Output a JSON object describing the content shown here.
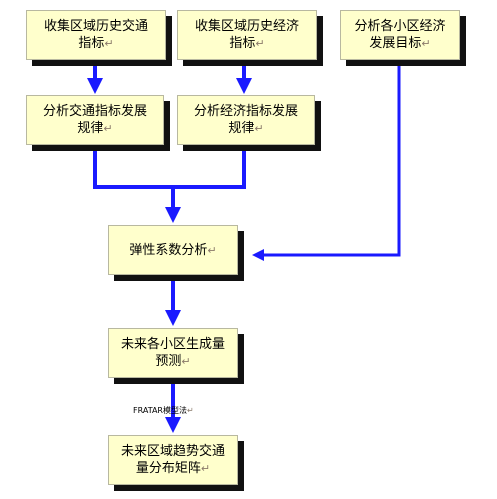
{
  "nodes": {
    "collect_traffic": {
      "line1": "收集区域历史交通",
      "line2": "指标"
    },
    "collect_economic": {
      "line1": "收集区域历史经济",
      "line2": "指标"
    },
    "analyze_dev_goal": {
      "line1": "分析各小区经济",
      "line2": "发展目标"
    },
    "analyze_traffic": {
      "line1": "分析交通指标发展",
      "line2": "规律"
    },
    "analyze_economic": {
      "line1": "分析经济指标发展",
      "line2": "规律"
    },
    "elasticity": {
      "line1": "弹性系数分析",
      "line2": ""
    },
    "predict_generation": {
      "line1": "未来各小区生成量",
      "line2": "预测"
    },
    "od_matrix": {
      "line1": "未来区域趋势交通",
      "line2": "量分布矩阵"
    }
  },
  "edges": {
    "fratar_label": "FRATAR模型法"
  },
  "colors": {
    "arrow": "#1a1aff",
    "box_fill": "#ffffcc",
    "shadow": "#111111"
  },
  "paragraph_mark": "↵"
}
